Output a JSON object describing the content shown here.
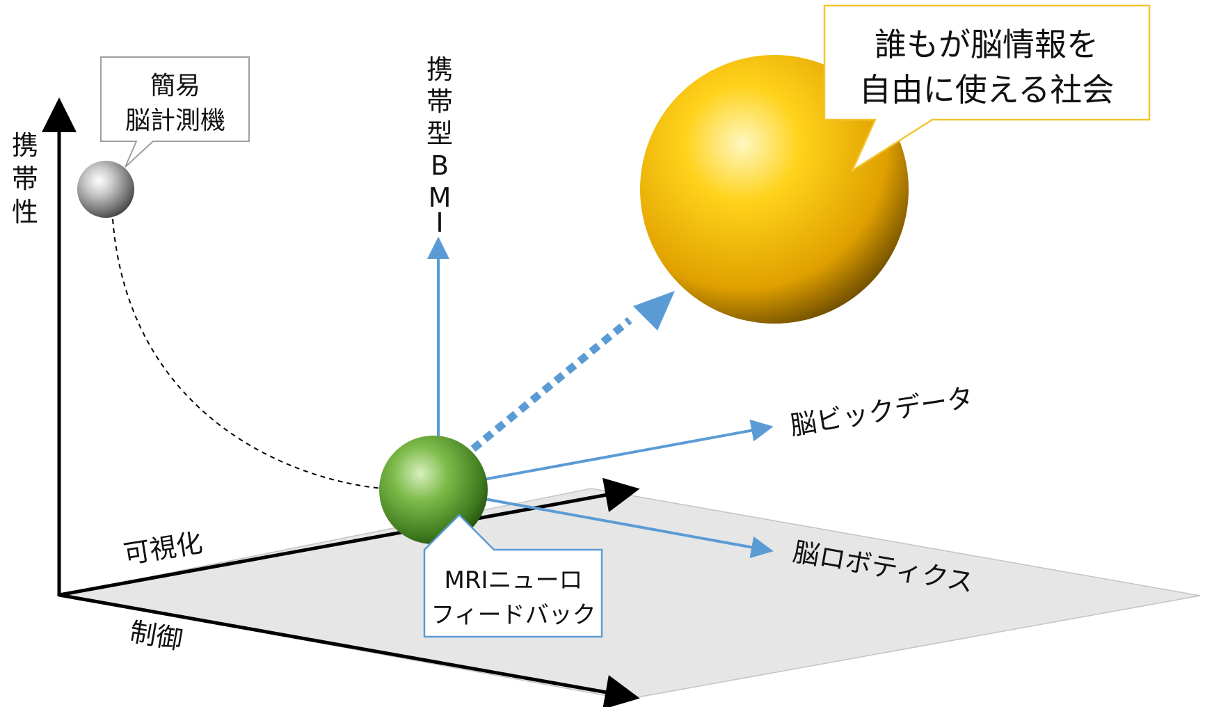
{
  "axes": {
    "vertical": "携帯性",
    "horizontal": "可視化",
    "depth": "制御"
  },
  "nodes": {
    "simple": {
      "label_line1": "簡易",
      "label_line2": "脳計測機",
      "color": "#a9a9a9"
    },
    "mri": {
      "label_line1": "MRIニューロ",
      "label_line2": "フィードバック",
      "color": "#6aa84f"
    },
    "goal": {
      "label_line1": "誰もが脳情報を",
      "label_line2": "自由に使える社会",
      "color": "#f4b400"
    }
  },
  "directions": {
    "bmi": [
      "携",
      "帯",
      "型",
      "B",
      "M",
      "I"
    ],
    "big_data": "脳ビックデータ",
    "robotics": "脳ロボティクス"
  },
  "colors": {
    "arrow_blue": "#5b9bd5",
    "callout_gold_border": "#f4c430",
    "callout_blue_border": "#5b9bd5",
    "callout_gray_border": "#9e9e9e",
    "plane_fill": "#e6e6e6"
  }
}
